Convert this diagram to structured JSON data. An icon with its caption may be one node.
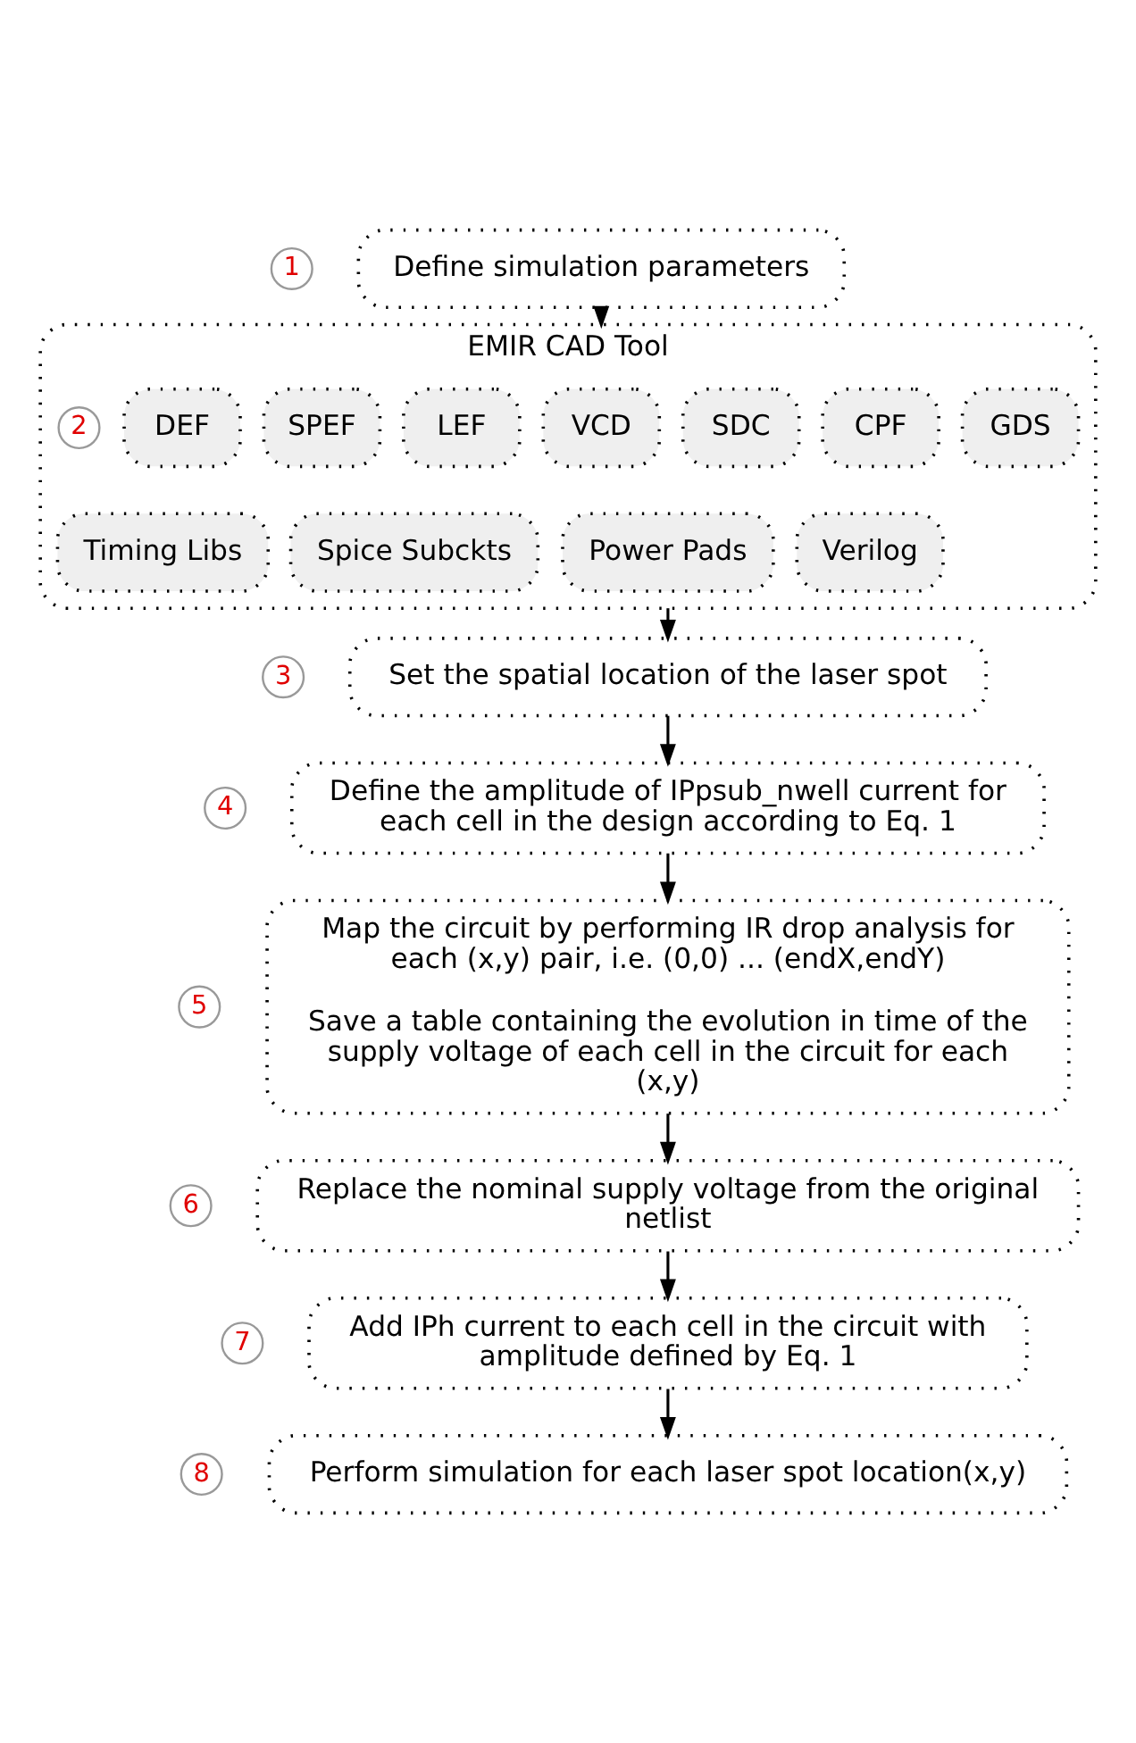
{
  "diagram": {
    "nodes": [
      {
        "text": [
          "Define simulation parameters"
        ],
        "beside": [
          "1"
        ]
      },
      {
        "text": [
          "EMIR CAD Tool"
        ],
        "beside": [
          "2"
        ]
      },
      {
        "text": [
          "DEF"
        ],
        "in": 1
      },
      {
        "text": [
          "SPEF"
        ],
        "in": 1
      },
      {
        "text": [
          "LEF"
        ],
        "in": 1
      },
      {
        "text": [
          "VCD"
        ],
        "in": 1
      },
      {
        "text": [
          "SDC"
        ],
        "in": 1
      },
      {
        "text": [
          "CPF"
        ],
        "in": 1
      },
      {
        "text": [
          "GDS"
        ],
        "in": 1
      },
      {
        "text": [
          "Timing Libs"
        ],
        "in": 1
      },
      {
        "text": [
          "Spice Subckts"
        ],
        "in": 1
      },
      {
        "text": [
          "Power Pads"
        ],
        "in": 1
      },
      {
        "text": [
          "Verilog"
        ],
        "in": 1
      },
      {
        "text": [
          "Set the spatial location of the laser spot"
        ],
        "beside": [
          "3"
        ]
      },
      {
        "text": [
          "Define the amplitude of IPpsub_nwell current for each cell in the design according to Eq. 1"
        ],
        "beside": [
          "4"
        ]
      },
      {
        "text": [
          "Map the circuit by performing IR drop analysis for each (x,y) pair, i.e. (0,0) ... (endX,endY)",
          "Save a table containing the evolution in time of the supply voltage of each cell in the circuit for each (x,y)"
        ],
        "beside": [
          "5"
        ]
      },
      {
        "text": [
          "Replace the nominal supply voltage from the original netlist"
        ],
        "beside": [
          "6"
        ]
      },
      {
        "text": [
          "Add IPh current to each cell in the circuit with amplitude defined by Eq. 1"
        ],
        "beside": [
          "7"
        ]
      },
      {
        "text": [
          "Perform simulation for each laser spot location(x,y)"
        ],
        "beside": [
          "8"
        ]
      }
    ],
    "edges": [
      {
        "from": 0,
        "to": 1,
        "arrow": "to"
      },
      {
        "from": 1,
        "to": 13,
        "arrow": "to"
      },
      {
        "from": 13,
        "to": 14,
        "arrow": "to"
      },
      {
        "from": 14,
        "to": 15,
        "arrow": "to"
      },
      {
        "from": 15,
        "to": 16,
        "arrow": "to"
      },
      {
        "from": 16,
        "to": 17,
        "arrow": "to"
      },
      {
        "from": 17,
        "to": 18,
        "arrow": "to"
      }
    ]
  }
}
